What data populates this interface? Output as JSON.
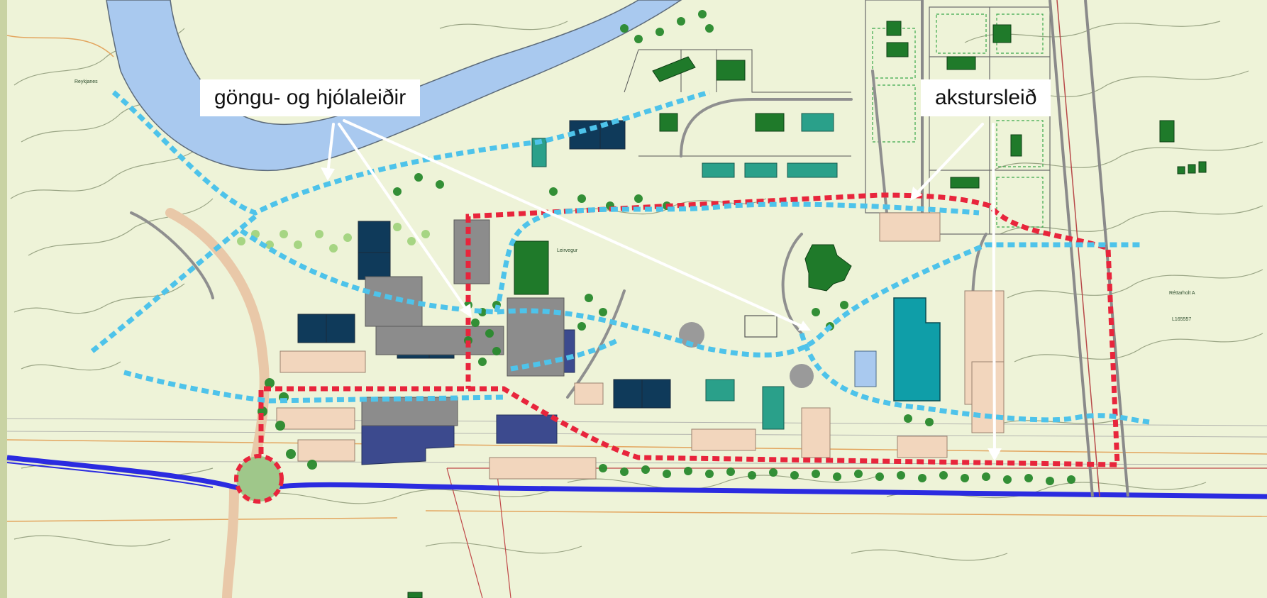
{
  "annotations": {
    "walk_bike": "göngu- og hjólaleiðir",
    "drive": "akstursleið"
  },
  "legend_semantics": {
    "walk_bike_route_color": "#4ec3ea",
    "drive_route_color": "#e8253c",
    "main_road_color": "#2b2be0",
    "river_color": "#a9c9ef",
    "background_color": "#eef3d8"
  },
  "map_labels": {
    "lot_a": "Reykjanes",
    "lot_b": "Réttarholt A",
    "lot_c": "L165557",
    "street": "Leirvegur"
  }
}
